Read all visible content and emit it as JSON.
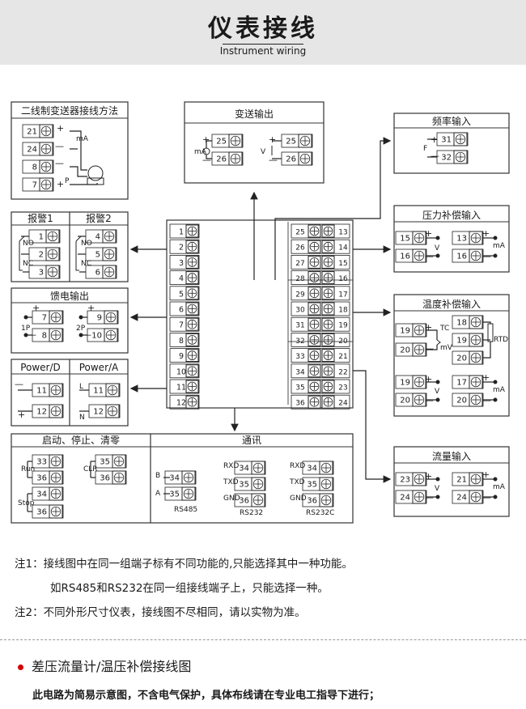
{
  "header": {
    "title": "仪表接线",
    "subtitle": "Instrument wiring"
  },
  "boxes": {
    "two_wire": "二线制变送器接线方法",
    "transmit": "变送输出",
    "freq": "频率输入",
    "pressure": "压力补偿输入",
    "temp": "温度补偿输入",
    "flow": "流量输入",
    "alarm1": "报警1",
    "alarm2": "报警2",
    "feed": "馈电输出",
    "power_d": "Power/D",
    "power_a": "Power/A",
    "control": "启动、停止、清零",
    "comm": "通讯"
  },
  "labels": {
    "mA": "mA",
    "V": "V",
    "P": "P",
    "F": "F",
    "NO": "NO",
    "NC": "NC",
    "p1": "1P",
    "p2": "2P",
    "L": "L",
    "N": "N",
    "TC": "TC",
    "mV": "mV",
    "RTD": "RTD",
    "run": "Run",
    "stop": "Stop",
    "clr": "CLR",
    "B": "B",
    "A": "A",
    "rxd": "RXD",
    "txd": "TXD",
    "gnd": "GND",
    "rs485": "RS485",
    "rs232": "RS232",
    "rs232c": "RS232C",
    "plus": "+",
    "minus": "—"
  },
  "notes": {
    "n1": "注1：接线图中在同一组端子标有不同功能的,只能选择其中一种功能。",
    "n1b": "如RS485和RS232在同一组接线端子上，只能选择一种。",
    "n2": "注2：不同外形尺寸仪表，接线图不尽相同，请以实物为准。"
  },
  "bottom": {
    "title": "差压流量计/温压补偿接线图",
    "desc": "此电路为简易示意图，不含电气保护，具体布线请在专业电工指导下进行；"
  },
  "terminals": {
    "left": [
      "1",
      "2",
      "3",
      "4",
      "5",
      "6",
      "7",
      "8",
      "9",
      "10",
      "11",
      "12"
    ],
    "right_outer": [
      "25",
      "26",
      "27",
      "28",
      "29",
      "30",
      "31",
      "32",
      "33",
      "34",
      "35",
      "36"
    ],
    "right_inner": [
      "13",
      "14",
      "15",
      "16",
      "17",
      "18",
      "19",
      "20",
      "21",
      "22",
      "23",
      "24"
    ]
  }
}
